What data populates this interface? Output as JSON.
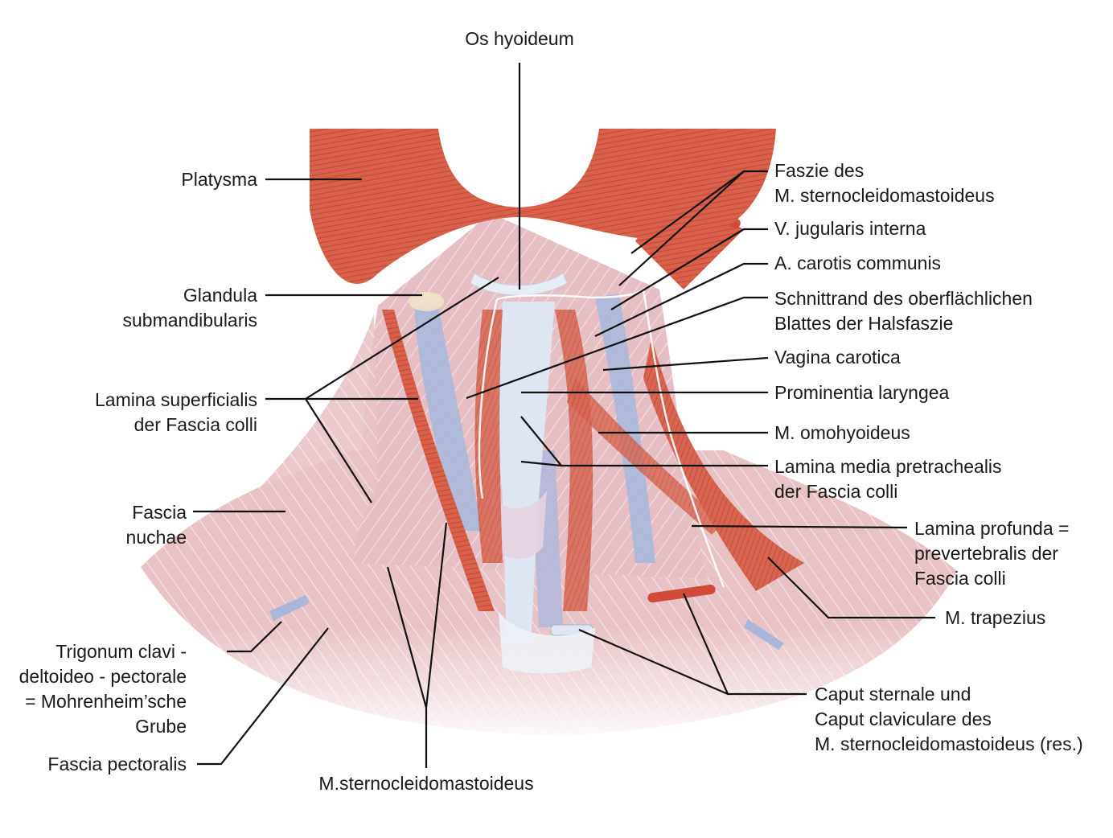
{
  "labels": {
    "os_hyoideum": [
      "Os hyoideum"
    ],
    "platysma": [
      "Platysma"
    ],
    "glandula": [
      "Glandula",
      "submandibularis"
    ],
    "lamina_superficialis": [
      "Lamina superficialis",
      "der Fascia colli"
    ],
    "fascia_nuchae": [
      "Fascia",
      "nuchae"
    ],
    "trigonum": [
      "Trigonum clavi -",
      "deltoideo - pectorale",
      "= Mohrenheim’sche",
      "Grube"
    ],
    "fascia_pectoralis": [
      "Fascia pectoralis"
    ],
    "m_sternocleido": [
      "M.sternocleidomastoideus"
    ],
    "faszie_scm": [
      "Faszie des",
      "M. sternocleidomastoideus"
    ],
    "v_jugularis": [
      "V. jugularis interna"
    ],
    "a_carotis": [
      "A. carotis communis"
    ],
    "schnittrand": [
      "Schnittrand des oberflächlichen",
      "Blattes der Halsfaszie"
    ],
    "vagina_carotica": [
      "Vagina carotica"
    ],
    "prominentia": [
      "Prominentia laryngea"
    ],
    "omohyoideus": [
      "M. omohyoideus"
    ],
    "lamina_media": [
      "Lamina media pretrachealis",
      "der Fascia colli"
    ],
    "lamina_profunda": [
      "Lamina profunda =",
      "prevertebralis der",
      "Fascia colli"
    ],
    "trapezius": [
      "M. trapezius"
    ],
    "caput": [
      "Caput sternale und",
      "Caput claviculare des",
      "M. sternocleidomastoideus (res.)"
    ]
  },
  "colors": {
    "muscle": "#d9604a",
    "muscle_dark": "#b8432f",
    "fascia": "#e8c6c6",
    "vessel_blue": "#a9b8dd",
    "trachea": "#dfe8f2",
    "leader_line": "#111111"
  }
}
